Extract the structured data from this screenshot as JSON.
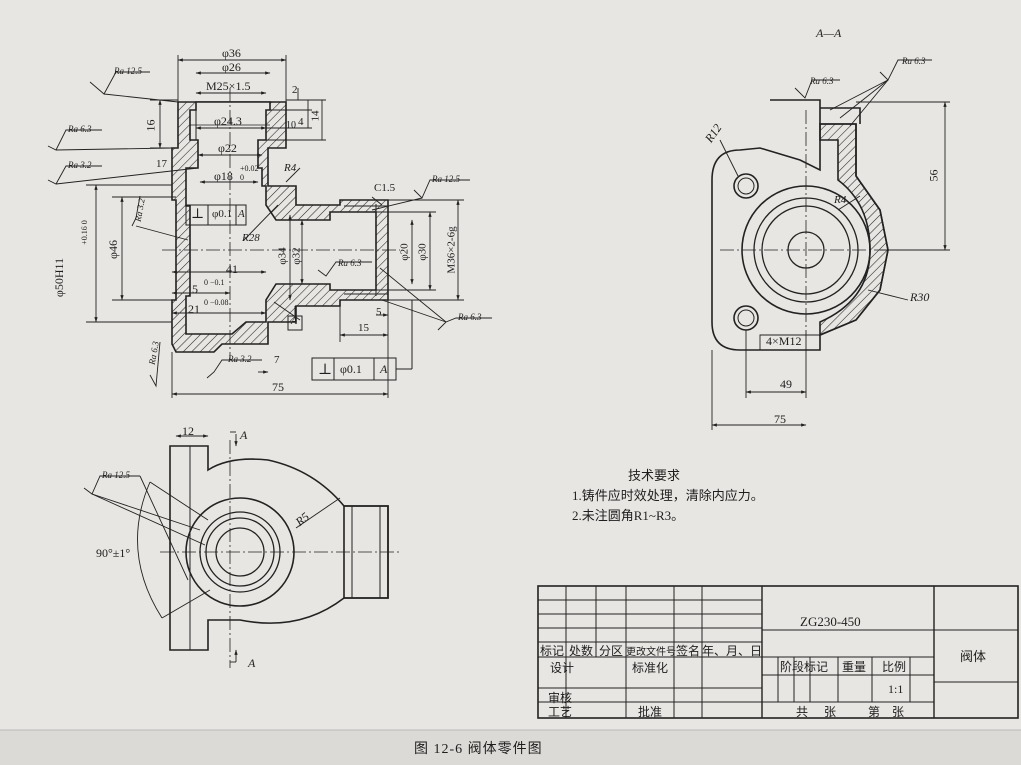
{
  "section_label": "A—A",
  "front_view": {
    "dims": {
      "d36": "φ36",
      "d26": "φ26",
      "m25": "M25×1.5",
      "d243": "φ24.3",
      "d22": "φ22",
      "d18": "φ18",
      "d18_tol": "+0.02 0",
      "d16": "16",
      "d2": "2",
      "d4": "4",
      "d10": "10",
      "d14": "14",
      "d17": "17",
      "r4": "R4",
      "c15": "C1.5",
      "r28": "R28",
      "d46": "φ46",
      "d50": "φ50H11",
      "d50_tol": "+0.16 0",
      "d41": "41",
      "d5": "5",
      "d5_tol": "0 −0.1",
      "d21": "21",
      "d21_tol": "0 −0.08",
      "d34": "φ34",
      "d32": "φ32",
      "d20": "φ20",
      "d30": "φ30",
      "m36": "M36×2-6g",
      "dim5b": "5",
      "dim15": "15",
      "dim7": "7",
      "dim75": "75"
    },
    "ra": [
      "Ra 12.5",
      "Ra 6.3",
      "Ra 3.2",
      "Ra 3.2",
      "Ra 12.5",
      "Ra 6.3",
      "Ra 6.3",
      "Ra 6.3",
      "Ra 3.2"
    ],
    "perp_small": {
      "sym": "⊥",
      "tol": "φ0.1",
      "datum": "A"
    },
    "perp_big": {
      "sym": "⊥",
      "tol": "φ0.1",
      "datum": "A"
    },
    "datum_a": "A"
  },
  "section_view": {
    "ra": [
      "Ra 6.3",
      "Ra 6.3"
    ],
    "r12": "R12",
    "r4": "R4",
    "r30": "R30",
    "d56": "56",
    "holes": "4×M12",
    "d49": "49",
    "d75": "75"
  },
  "top_view": {
    "d12": "12",
    "a_top": "A",
    "a_bottom": "A",
    "ra": "Ra 12.5",
    "r5": "R5",
    "angle": "90°±1°"
  },
  "tech_req": {
    "title": "技术要求",
    "items": [
      "1.铸件应时效处理，清除内应力。",
      "2.未注圆角R1~R3。"
    ]
  },
  "title_block": {
    "material": "ZG230-450",
    "part_name": "阀体",
    "headers": [
      "标记",
      "处数",
      "分区",
      "更改文件号",
      "签名",
      "年、月、日"
    ],
    "design": "设计",
    "standard": "标准化",
    "stage": "阶段标记",
    "weight": "重量",
    "scale": "比例",
    "scale_value": "1:1",
    "review": "审核",
    "process": "工艺",
    "approve": "批准",
    "total": "共",
    "sheets": "张",
    "page": "第",
    "page_sheets": "张"
  },
  "caption": "图 12-6    阀体零件图"
}
